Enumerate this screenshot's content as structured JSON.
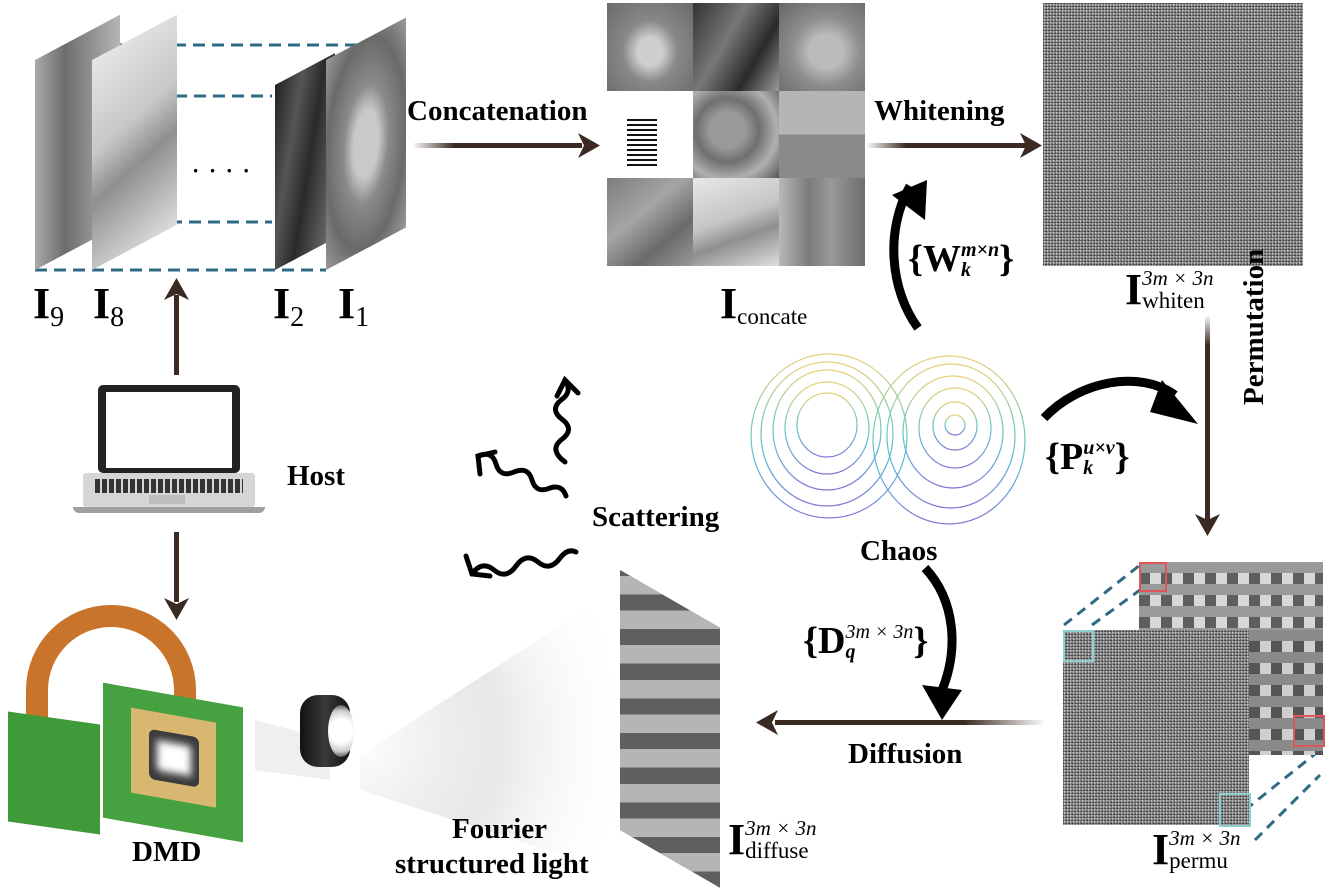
{
  "figure": {
    "input_stack": {
      "labels": [
        {
          "base": "I",
          "sub": "9"
        },
        {
          "base": "I",
          "sub": "8"
        },
        {
          "base": "I",
          "sub": "2"
        },
        {
          "base": "I",
          "sub": "1"
        }
      ],
      "ellipsis": "· · · ·"
    },
    "steps": {
      "concatenation": "Concatenation",
      "whitening": "Whitening",
      "permutation": "Permutation",
      "diffusion": "Diffusion",
      "scattering": "Scattering"
    },
    "matrices": {
      "concate": {
        "base": "I",
        "sub": "concate"
      },
      "whiten": {
        "base": "I",
        "sup": "3m × 3n",
        "sub": "whiten"
      },
      "permu": {
        "base": "I",
        "sup": "3m × 3n",
        "sub": "permu"
      },
      "diffuse": {
        "base": "I",
        "sup": "3m × 3n",
        "sub": "diffuse"
      }
    },
    "keys": {
      "W": {
        "open": "{",
        "base": "W",
        "sub": "k",
        "sup": "m×n",
        "close": "}"
      },
      "P": {
        "open": "{",
        "base": "P",
        "sub": "k",
        "sup": "u×v",
        "close": "}"
      },
      "D": {
        "open": "{",
        "base": "D",
        "sub": "q",
        "sup": "3m × 3n",
        "close": "}"
      }
    },
    "components": {
      "chaos": "Chaos",
      "host": "Host",
      "dmd": "DMD",
      "light_line1": "Fourier",
      "light_line2": "structured light"
    },
    "colors": {
      "flow_arrow": "#3a2a22",
      "key_arrow": "#000000",
      "dashed_line": "#2f6a85",
      "highlight_red": "#e0555a",
      "highlight_cyan": "#8ccfcf",
      "pcb_green": "#3f9a3a",
      "flex_copper": "#c8742a"
    }
  }
}
